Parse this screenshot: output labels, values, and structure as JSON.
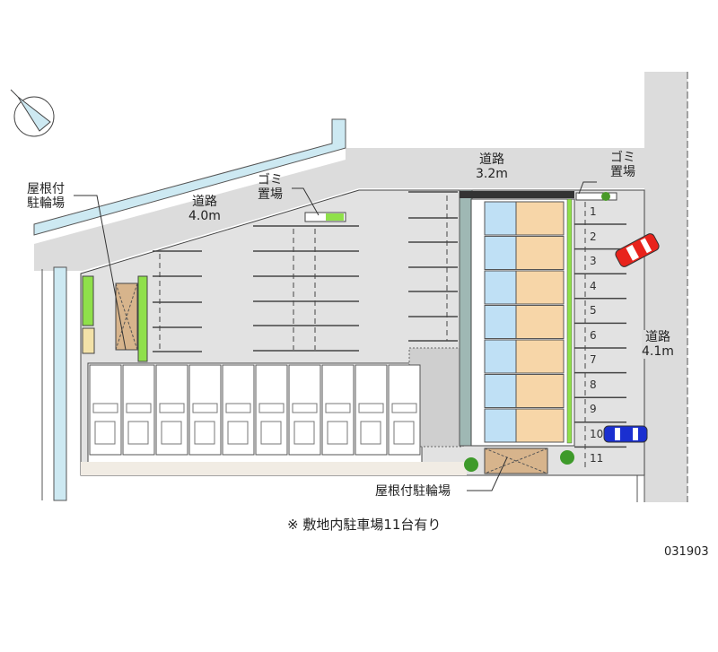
{
  "labels": {
    "road_north": "道路",
    "road_north_width": "4.0m",
    "road_top": "道路",
    "road_top_width": "3.2m",
    "road_east": "道路",
    "road_east_width": "4.1m",
    "garbage_left_1": "ゴミ",
    "garbage_left_2": "置場",
    "garbage_right_1": "ゴミ",
    "garbage_right_2": "置場",
    "bike_left_1": "屋根付",
    "bike_left_2": "駐輪場",
    "bike_bottom": "屋根付駐輪場",
    "note": "※ 敷地内駐車場11台有り",
    "code": "031903"
  },
  "parking_numbers": [
    "1",
    "2",
    "3",
    "4",
    "5",
    "6",
    "7",
    "8",
    "9",
    "10",
    "11"
  ],
  "colors": {
    "road": "#dcdcdc",
    "lot": "#e2e2e2",
    "water": "#cde9f2",
    "unit_blue": "#bfe0f5",
    "unit_orange": "#f7d6a8",
    "green": "#8fe04a",
    "car_red": "#e8231c",
    "car_blue": "#1a2fd0"
  }
}
